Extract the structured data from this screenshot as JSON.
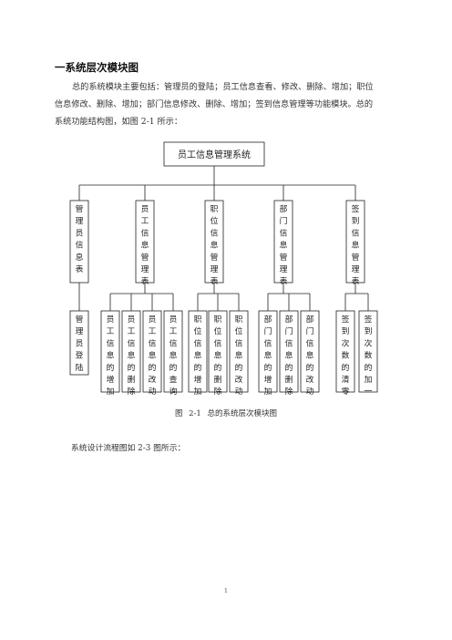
{
  "heading": "一系统层次模块图",
  "paragraph_lines": [
    "总的系统模块主要包括：管理员的登陆；员工信息查看、修改、删除、增加；职位",
    "信息修改、删除、增加；部门信息修改、删除、增加；签到信息管理等功能模块。总的",
    "系统功能结构图，如图 2-1 所示："
  ],
  "diagram": {
    "root": "员工信息管理系统",
    "groups": [
      {
        "label": "管理员信息表",
        "children": [
          "管理员登陆"
        ]
      },
      {
        "label": "员工信息管理表",
        "children": [
          "员工信息的增加",
          "员工信息的删除",
          "员工信息的改动",
          "员工信息的查询"
        ]
      },
      {
        "label": "职位信息管理表",
        "children": [
          "职位信息的增加",
          "职位信息的删除",
          "职位信息的改动"
        ]
      },
      {
        "label": "部门信息管理表",
        "children": [
          "部门信息的增加",
          "部门信息的删除",
          "部门信息的改动"
        ]
      },
      {
        "label": "签到信息管理表",
        "children": [
          "签到次数的清零",
          "签到次数的加一"
        ]
      }
    ]
  },
  "caption": "图 2-1   总的系统层次模块图",
  "flow_line": "系统设计流程图如 2-3 图所示：",
  "page_number": "1"
}
